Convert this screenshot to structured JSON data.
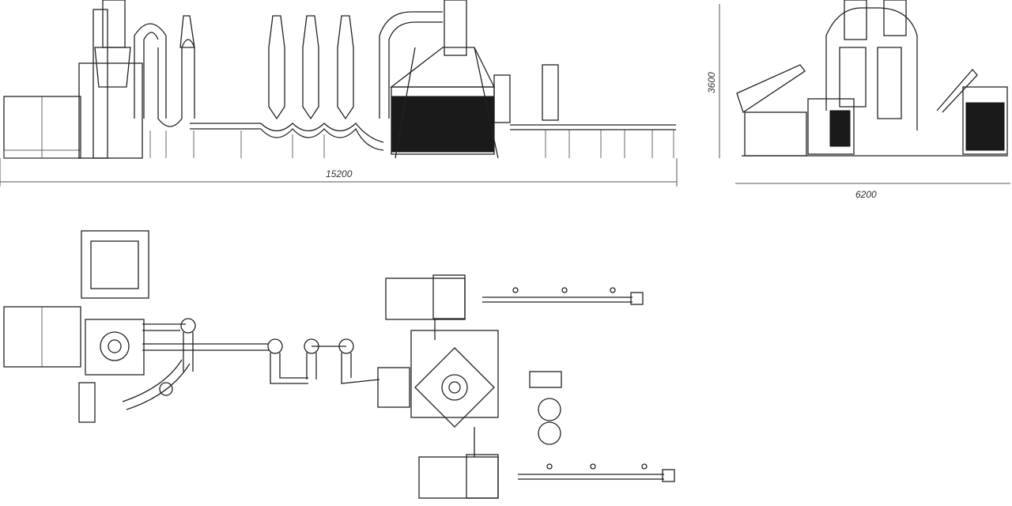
{
  "drawing": {
    "front_view": {
      "length_label": "15200"
    },
    "side_view": {
      "height_label": "3600",
      "width_label": "6200"
    },
    "plan_view": {}
  },
  "colors": {
    "line": "#222222",
    "background": "#ffffff"
  }
}
